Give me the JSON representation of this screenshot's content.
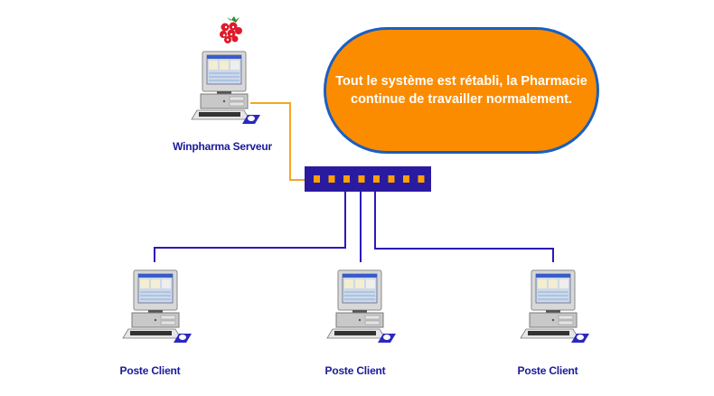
{
  "diagram": {
    "type": "network-topology",
    "message": {
      "line1": "Tout le système est rétabli, la Pharmacie",
      "line2": "continue de travailler normalement."
    },
    "server": {
      "label": "Winpharma Serveur",
      "logo": "raspberry-icon"
    },
    "switch": {
      "ports": 8
    },
    "clients": [
      {
        "label": "Poste Client"
      },
      {
        "label": "Poste Client"
      },
      {
        "label": "Poste Client"
      }
    ],
    "colors": {
      "bubble_fill": "#fb8c00",
      "bubble_border": "#1a5fc0",
      "switch_body": "#2a1aa0",
      "switch_port": "#ffa000",
      "server_link": "#f5a623",
      "client_link": "#2a1ab8",
      "label_text": "#1a1a9c"
    }
  }
}
